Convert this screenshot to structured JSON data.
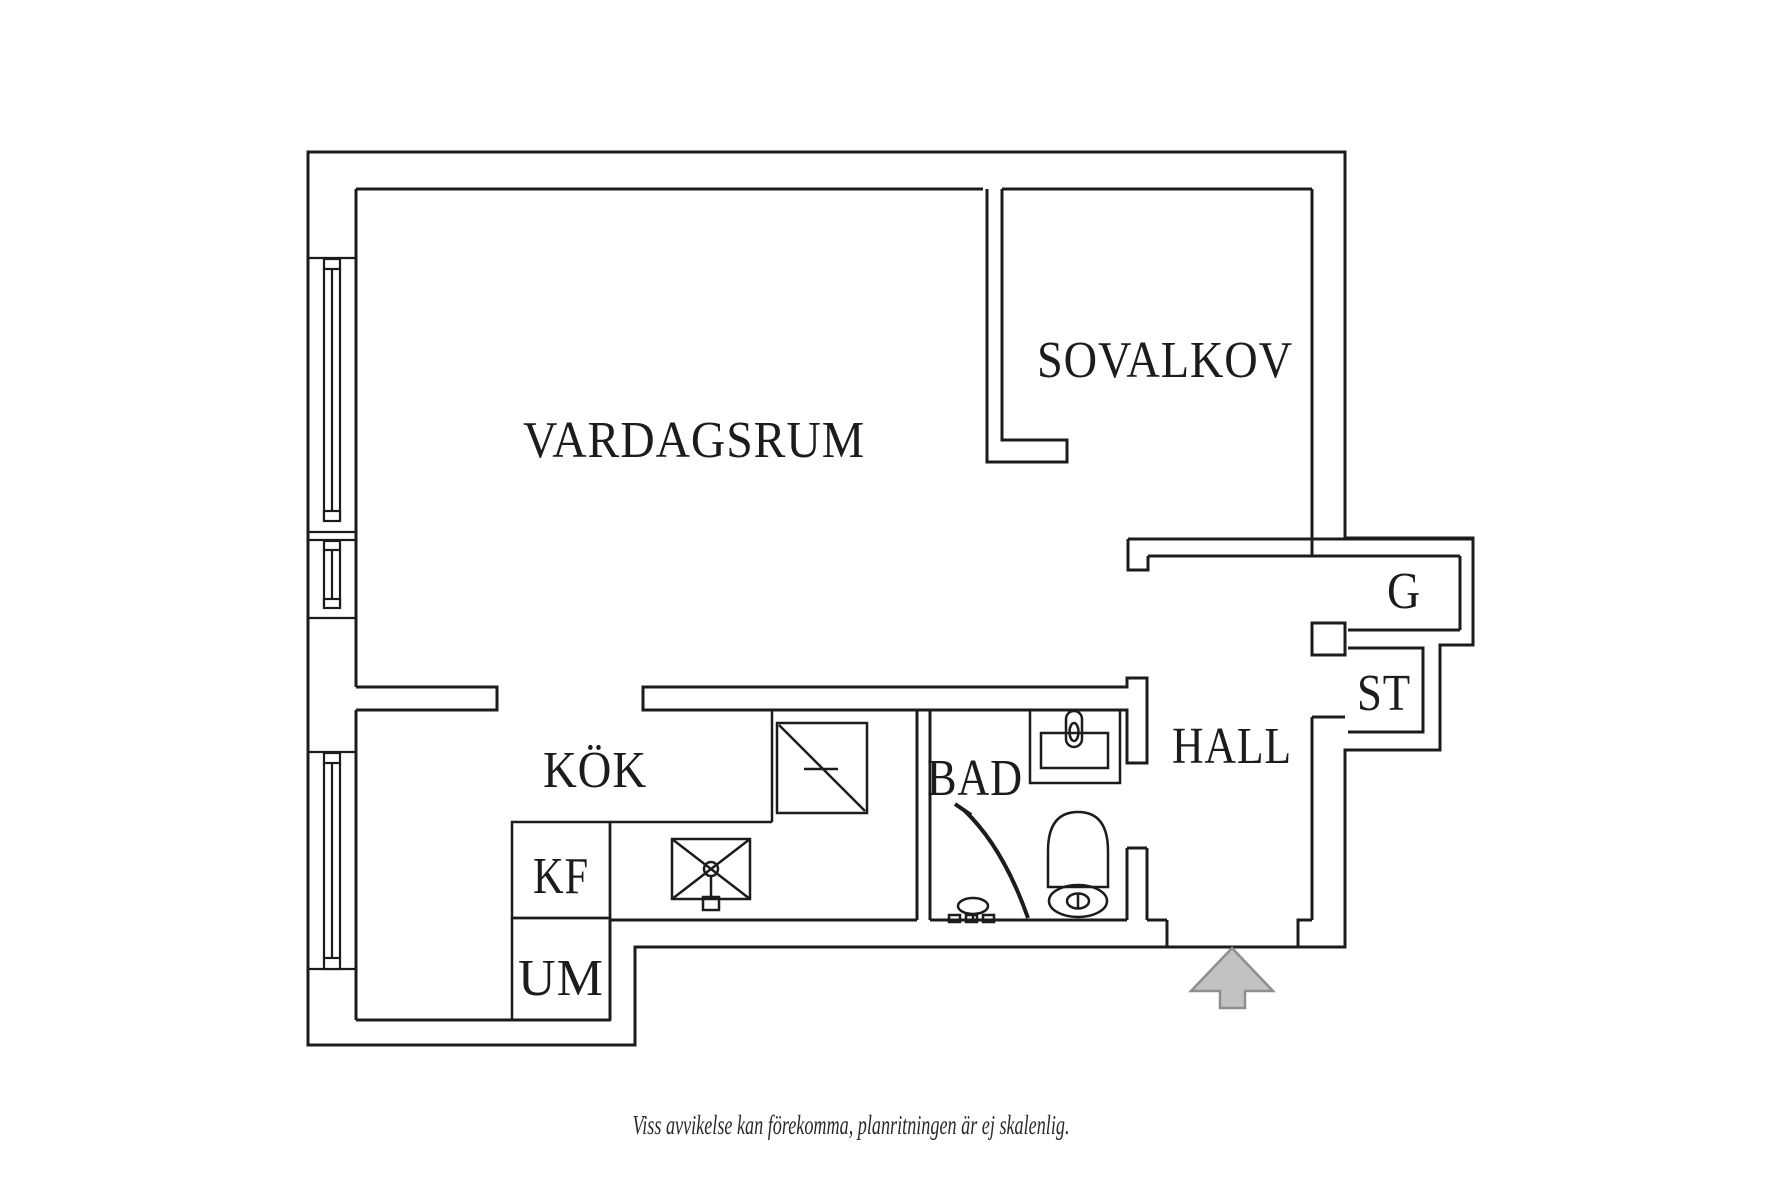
{
  "floorplan": {
    "rooms": [
      {
        "id": "vardagsrum",
        "label": "VARDAGSRUM"
      },
      {
        "id": "sovalkov",
        "label": "SOVALKOV"
      },
      {
        "id": "kok",
        "label": "KÖK"
      },
      {
        "id": "bad",
        "label": "BAD"
      },
      {
        "id": "hall",
        "label": "HALL"
      },
      {
        "id": "g-closet",
        "label": "G"
      },
      {
        "id": "st-closet",
        "label": "ST"
      },
      {
        "id": "kf-appliance",
        "label": "KF"
      },
      {
        "id": "um-appliance",
        "label": "UM"
      }
    ],
    "disclaimer": "Viss avvikelse kan förekomma, planritningen är ej skalenlig.",
    "colors": {
      "line": "#1c1c1a",
      "background": "#ffffff",
      "arrow_fill": "#c2c2c0",
      "arrow_stroke": "#8e8e8c"
    }
  }
}
